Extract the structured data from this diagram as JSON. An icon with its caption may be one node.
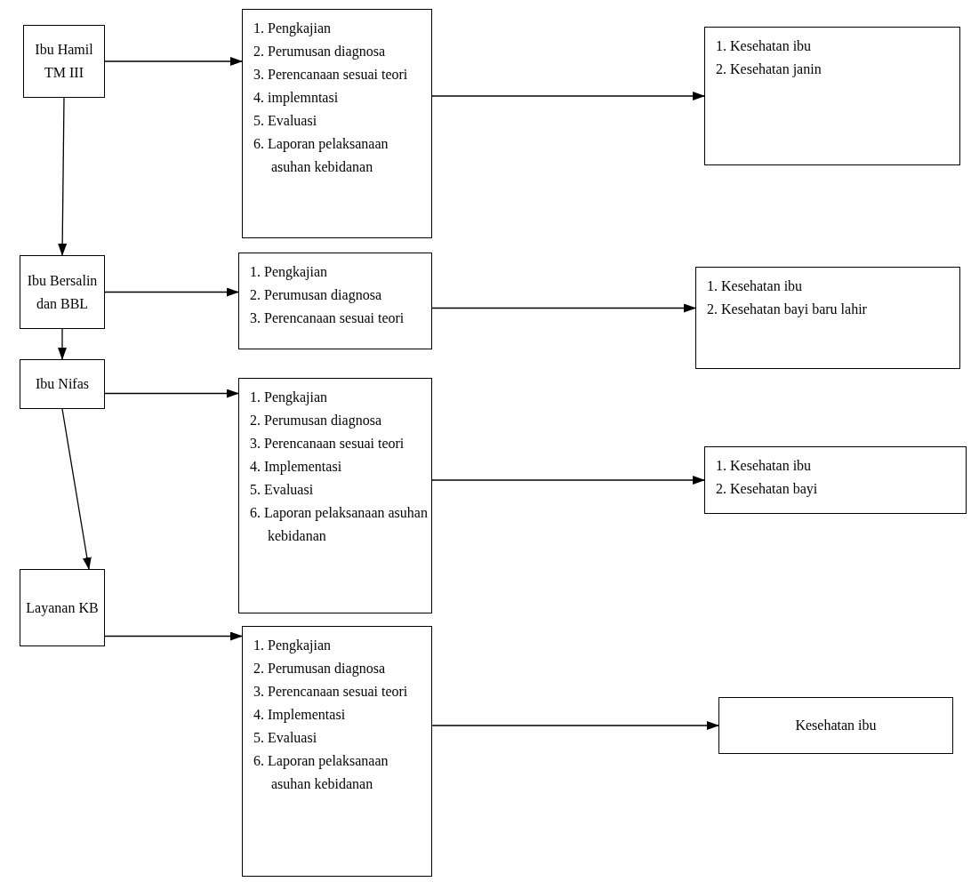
{
  "diagram": {
    "nodes": [
      {
        "text": [
          "Ibu Hamil TM III"
        ]
      },
      {
        "text": [
          "1. Pengkajian",
          "2. Perumusan diagnosa",
          "3. Perencanaan sesuai teori",
          "4. implemntasi",
          "5. Evaluasi",
          "6. Laporan pelaksanaan asuhan kebidanan"
        ]
      },
      {
        "text": [
          "1. Kesehatan ibu",
          "2. Kesehatan janin"
        ]
      },
      {
        "text": [
          "Ibu Bersalin dan BBL"
        ]
      },
      {
        "text": [
          "1. Pengkajian",
          "2. Perumusan diagnosa",
          "3. Perencanaan sesuai teori"
        ]
      },
      {
        "text": [
          "1. Kesehatan ibu",
          "2. Kesehatan bayi baru lahir"
        ]
      },
      {
        "text": [
          "Ibu Nifas"
        ]
      },
      {
        "text": [
          "1. Pengkajian",
          "2. Perumusan diagnosa",
          "3. Perencanaan sesuai teori",
          "4. Implementasi",
          "5. Evaluasi",
          "6. Laporan pelaksanaan asuhan kebidanan"
        ]
      },
      {
        "text": [
          "1. Kesehatan ibu",
          "2. Kesehatan bayi"
        ]
      },
      {
        "text": [
          "Layanan KB"
        ]
      },
      {
        "text": [
          "1. Pengkajian",
          "2. Perumusan diagnosa",
          "3. Perencanaan sesuai teori",
          "4. Implementasi",
          "5. Evaluasi",
          "6. Laporan pelaksanaan asuhan kebidanan"
        ]
      },
      {
        "text": [
          "Kesehatan ibu"
        ]
      }
    ],
    "edges": [
      {
        "from": 0,
        "to": 1,
        "arrow": "to"
      },
      {
        "from": 1,
        "to": 2,
        "arrow": "to"
      },
      {
        "from": 0,
        "to": 3,
        "arrow": "to"
      },
      {
        "from": 3,
        "to": 4,
        "arrow": "to"
      },
      {
        "from": 4,
        "to": 5,
        "arrow": "to"
      },
      {
        "from": 3,
        "to": 6,
        "arrow": "to"
      },
      {
        "from": 6,
        "to": 7,
        "arrow": "to"
      },
      {
        "from": 7,
        "to": 8,
        "arrow": "to"
      },
      {
        "from": 6,
        "to": 9,
        "arrow": "to"
      },
      {
        "from": 9,
        "to": 10,
        "arrow": "to"
      },
      {
        "from": 10,
        "to": 11,
        "arrow": "to"
      }
    ]
  }
}
